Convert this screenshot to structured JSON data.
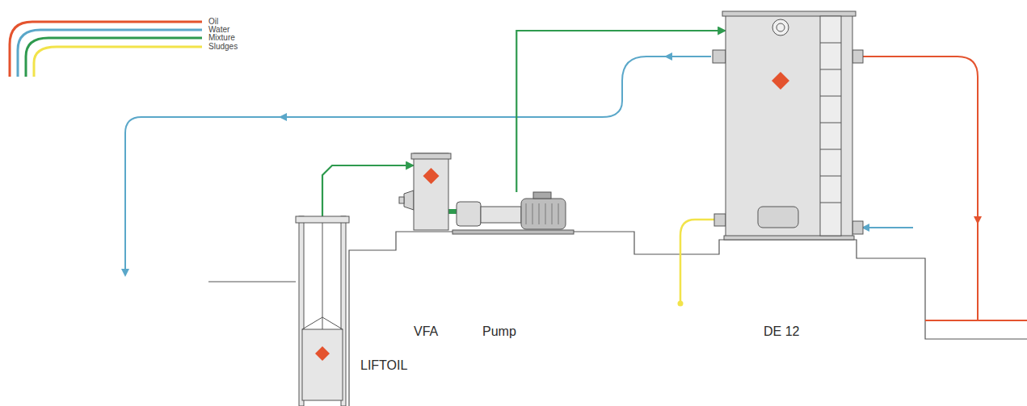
{
  "diagram": {
    "nodes": [
      {
        "text": [
          "LIFTOIL"
        ]
      },
      {
        "text": [
          "VFA"
        ]
      },
      {
        "text": [
          "Pump"
        ]
      },
      {
        "text": [
          "DE 12"
        ]
      }
    ],
    "edges": [
      {
        "from": 0,
        "to": 1,
        "arrow": "to"
      },
      {
        "from": 1,
        "to": 2,
        "arrow": "none"
      },
      {
        "from": 2,
        "to": 3,
        "arrow": "to"
      }
    ],
    "legend": [
      {
        "text": "Oil"
      },
      {
        "text": "Water"
      },
      {
        "text": "Mixture"
      },
      {
        "text": "Sludges"
      }
    ]
  }
}
